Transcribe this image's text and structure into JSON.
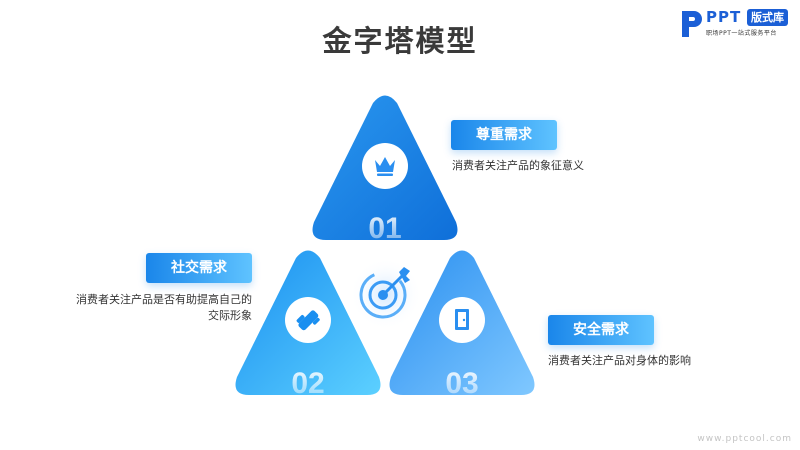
{
  "title": "金字塔模型",
  "logo": {
    "brand": "PPT",
    "badge": "版式库",
    "tagline": "职场PPT一站式服务平台"
  },
  "levels": [
    {
      "number": "01",
      "tag": "尊重需求",
      "desc": "消费者关注产品的象征意义",
      "icon": "crown-icon"
    },
    {
      "number": "02",
      "tag": "社交需求",
      "desc": "消费者关注产品是否有助提高自己的交际形象",
      "icon": "handshake-icon"
    },
    {
      "number": "03",
      "tag": "安全需求",
      "desc": "消费者关注产品对身体的影响",
      "icon": "door-icon"
    }
  ],
  "center_icon": "target-arrow-icon",
  "watermark": "www.pptcool.com",
  "colors": {
    "accent": "#1a86ea",
    "accent_light": "#5fc3ff"
  }
}
